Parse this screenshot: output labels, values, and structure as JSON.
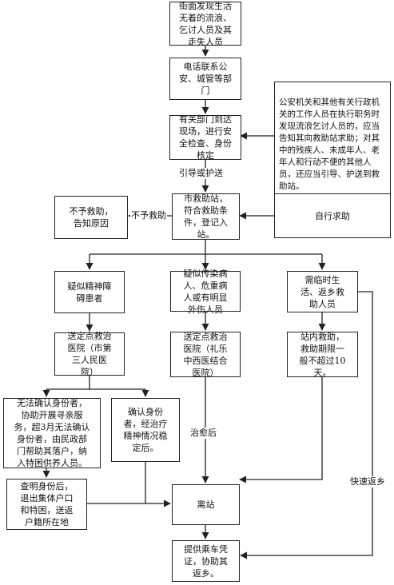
{
  "nodes": {
    "start": "街面发现生活\n无着的流浪、\n乞讨人员及其\n走失人员",
    "phone": "电话联系公\n安、城管等部\n门",
    "arrive": "有关部门到达\n现场，进行安\n全检查、身份\n核定",
    "note": "公安机关和其他有关行政机关的工作人员在执行职务时发现流浪乞讨人员的，应当告知其向救助站求助；对其中的残疾人、未成年人、老年人和行动不便的其他人员，还应当引导、护送到救助站。",
    "station": "市救助站，\n符合救助条\n件，登记入\n站。",
    "self_help": "自行求助",
    "no_help": "不予救助，\n告知原因",
    "mental": "疑似精神障\n碍患者",
    "infectious": "疑似传染病\n人、危重病\n人或有明显\n外伤人员",
    "temporary": "需临时生\n活、返乡救\n助人员",
    "hospital3": "送定点救治\n医院（市第\n三人民医\n院）",
    "hospital_lile": "送定点救治\n医院（礼乐\n中西医结合\n医院）",
    "in_station": "站内救助，\n救助期限一\n般不超过10\n天。",
    "unknown_id": "无法确认身份者，\n协助开展寻亲服\n务，超3月无法确认\n身份者，由民政部\n门帮助其落户，纳\n入特困供养人员。",
    "confirmed_id": "确认身份\n者，经治疗\n精神情况稳\n定后。",
    "household": "查明身份后，\n退出集体户口\n和特困，送返\n户籍所在地",
    "leave": "离站",
    "ticket": "提供乘车凭\n证，协助其\n返乡。"
  },
  "labels": {
    "guide_escort": "引导或护送",
    "no_help_edge": "不予救助",
    "cured": "治愈后",
    "fast_return": "快速返乡"
  }
}
